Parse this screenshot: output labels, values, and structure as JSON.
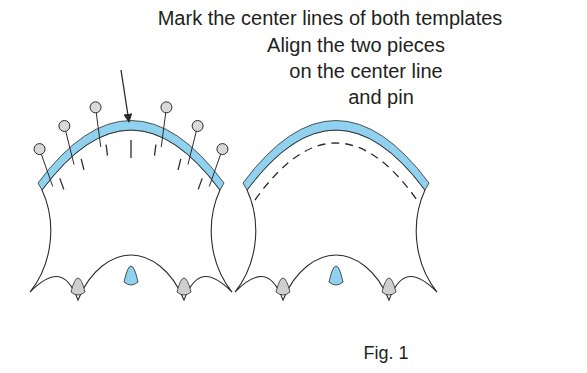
{
  "diagram": {
    "caption": "Fig. 1",
    "labels": [
      "Mark the center lines of both templates",
      "Align the two pieces",
      "on the center line",
      "and pin"
    ]
  }
}
